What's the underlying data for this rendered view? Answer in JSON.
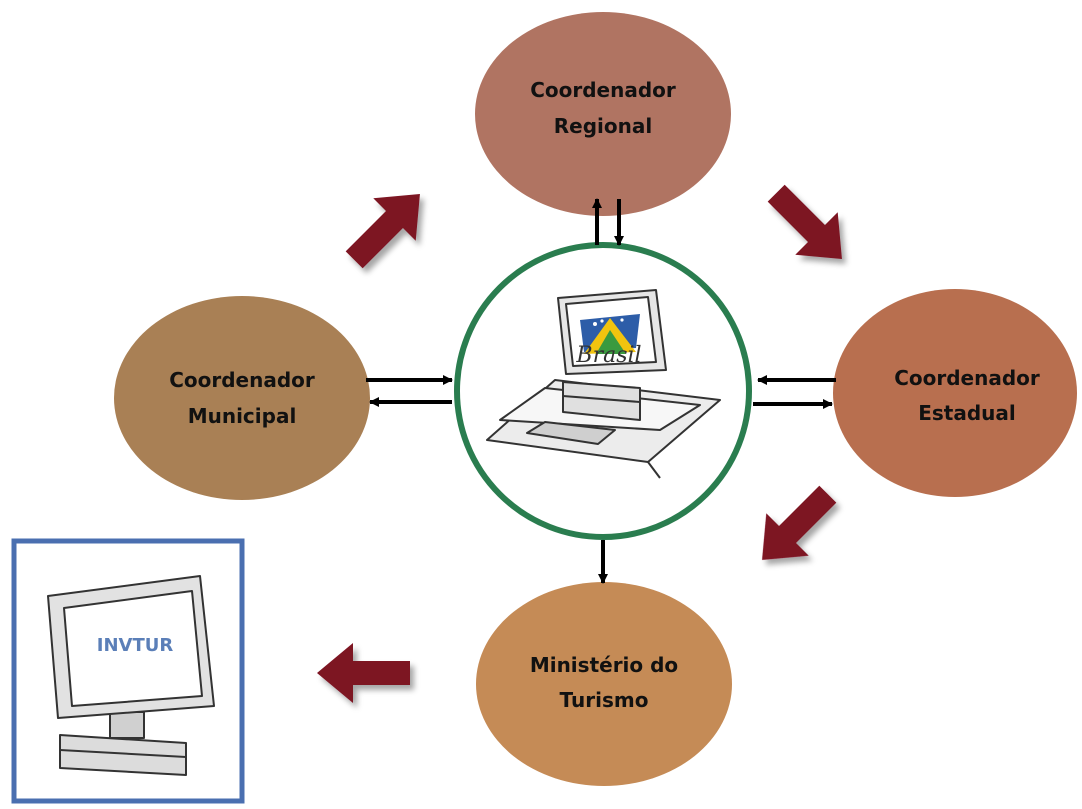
{
  "nodes": {
    "regional": {
      "line1": "Coordenador",
      "line2": "Regional",
      "color": "#b07462"
    },
    "municipal": {
      "line1": "Coordenador",
      "line2": "Municipal",
      "color": "#a98055"
    },
    "estadual": {
      "line1": "Coordenador",
      "line2": "Estadual",
      "color": "#b86f4f"
    },
    "ministerio": {
      "line1": "Ministério do",
      "line2": "Turismo",
      "color": "#c58b56"
    }
  },
  "center": {
    "logo_text": "Brasil",
    "ring_color": "#2a7d4f"
  },
  "invtur": {
    "label": "INVTUR",
    "frame_color": "#4a6fb0"
  },
  "colors": {
    "flow_arrow": "#7d1224",
    "connector": "#000000"
  },
  "icons": [
    "computer-icon",
    "brasil-logo-icon",
    "monitor-icon",
    "flow-arrow-icon"
  ]
}
